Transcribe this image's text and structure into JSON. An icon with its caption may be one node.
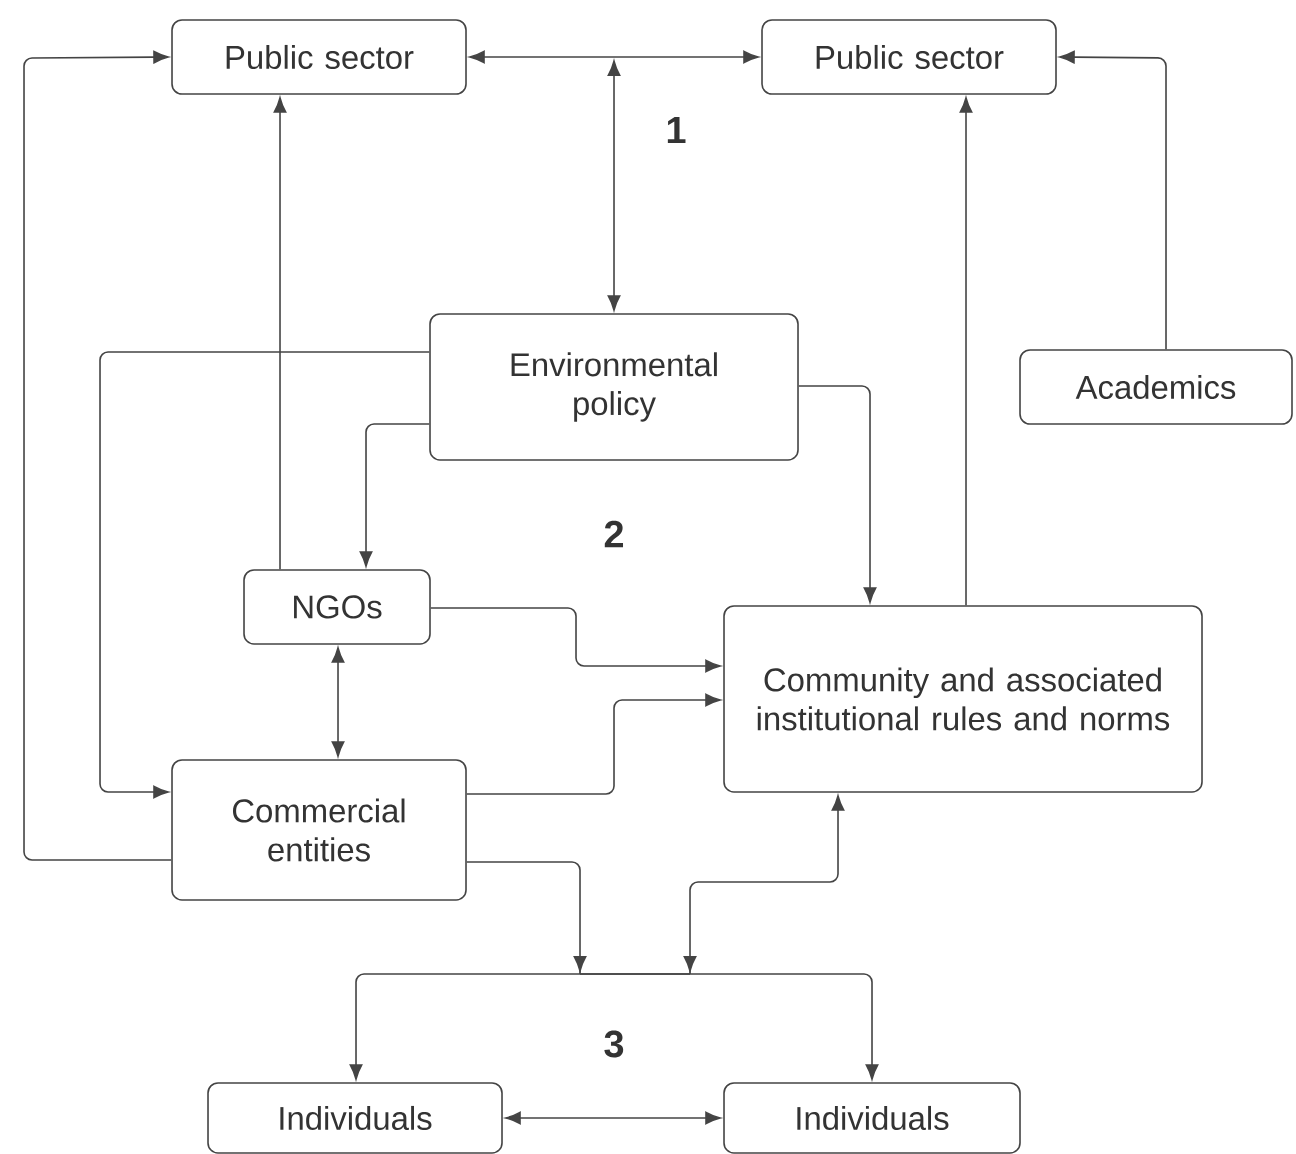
{
  "diagram": {
    "nodes": [
      {
        "text": [
          "Public sector"
        ]
      },
      {
        "text": [
          "Public sector"
        ]
      },
      {
        "text": [
          "Environmental policy"
        ]
      },
      {
        "text": [
          "Academics"
        ]
      },
      {
        "text": [
          "NGOs"
        ]
      },
      {
        "text": [
          "Community and associated institutional rules and norms"
        ]
      },
      {
        "text": [
          "Commercial entities"
        ]
      },
      {
        "text": [
          "Individuals"
        ]
      },
      {
        "text": [
          "Individuals"
        ]
      }
    ],
    "edges": [
      {
        "from": 0,
        "to": 1,
        "arrow": "both"
      },
      {
        "from": 2,
        "to": null,
        "arrow": "both"
      },
      {
        "from": 6,
        "to": 0,
        "arrow": "to"
      },
      {
        "from": 4,
        "to": 0,
        "arrow": "to"
      },
      {
        "from": 5,
        "to": 1,
        "arrow": "to"
      },
      {
        "from": 3,
        "to": 1,
        "arrow": "to"
      },
      {
        "from": 2,
        "to": 6,
        "arrow": "to"
      },
      {
        "from": 2,
        "to": 4,
        "arrow": "to"
      },
      {
        "from": 2,
        "to": 5,
        "arrow": "to"
      },
      {
        "from": 4,
        "to": 5,
        "arrow": "to"
      },
      {
        "from": 6,
        "to": 5,
        "arrow": "to"
      },
      {
        "from": 4,
        "to": 6,
        "arrow": "both"
      },
      {
        "from": 6,
        "to": 7,
        "arrow": "to"
      },
      {
        "from": 6,
        "to": 8,
        "arrow": "to"
      },
      {
        "from": 5,
        "to": 7,
        "arrow": "both"
      },
      {
        "from": 5,
        "to": 8,
        "arrow": "both"
      },
      {
        "from": 7,
        "to": 8,
        "arrow": "both"
      }
    ],
    "labels": [
      "1",
      "2",
      "3"
    ]
  }
}
